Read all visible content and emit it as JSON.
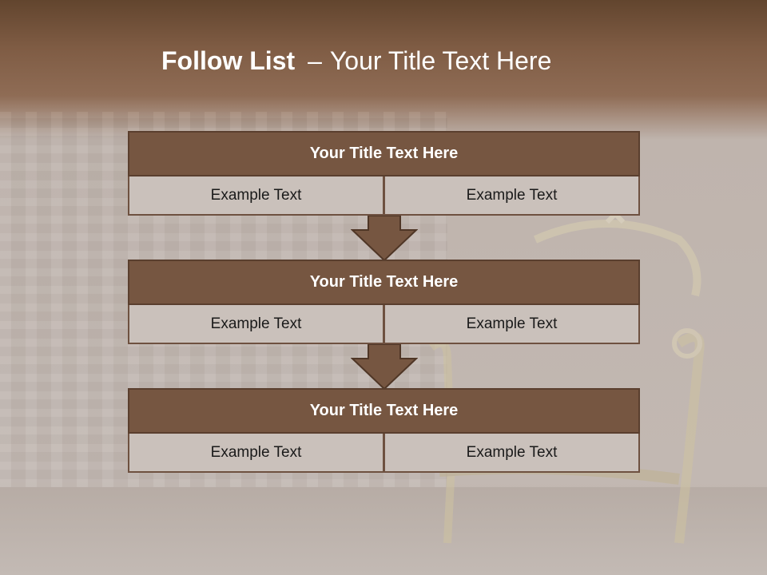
{
  "slide": {
    "title_strong": "Follow List",
    "title_dash": "–",
    "title_rest": "Your Title Text Here"
  },
  "blocks": [
    {
      "header": "Your Title Text Here",
      "cells": [
        "Example Text",
        "Example Text"
      ]
    },
    {
      "header": "Your Title Text Here",
      "cells": [
        "Example Text",
        "Example Text"
      ]
    },
    {
      "header": "Your Title Text Here",
      "cells": [
        "Example Text",
        "Example Text"
      ]
    }
  ],
  "colors": {
    "header_fill": "#765641",
    "cell_fill": "#cac1bb",
    "arrow_fill": "#765641",
    "title_text": "#ffffff"
  },
  "icons": {
    "arrow": "down-arrow-icon",
    "background": "ornate-chair-background"
  }
}
